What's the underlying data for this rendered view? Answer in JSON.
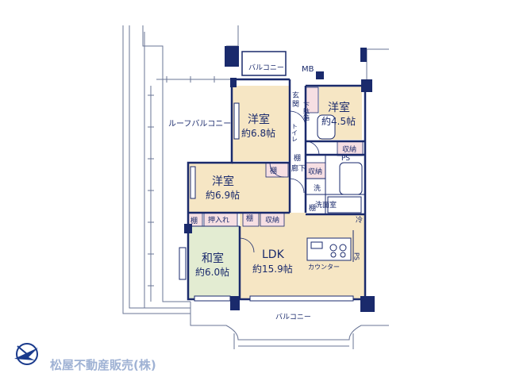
{
  "colors": {
    "outline": "#1a2a6c",
    "western_room": "#f6e6c4",
    "japanese_room": "#e3ecd2",
    "storage": "#f6dfe3",
    "wet_area": "#ffffff",
    "balcony_line": "#6a7696",
    "wall_fill": "#1a2a6c"
  },
  "rooms": {
    "western_1": {
      "name": "洋室",
      "size": "約6.8帖"
    },
    "western_2": {
      "name": "洋室",
      "size": "約4.5帖"
    },
    "western_3": {
      "name": "洋室",
      "size": "約6.9帖"
    },
    "japanese": {
      "name": "和室",
      "size": "約6.0帖"
    },
    "ldk": {
      "name": "LDK",
      "size": "約15.9帖"
    }
  },
  "labels": {
    "roof_balcony": "ルーフバルコニー",
    "balcony_top": "バルコニー",
    "balcony_bottom": "バルコニー",
    "mb": "MB",
    "entrance": "玄関",
    "shoe_box": "下駄箱",
    "toilet": "トイレ",
    "hallway": "廊下",
    "shelf_1": "棚",
    "shelf_2": "棚",
    "shelf_3": "棚",
    "shelf_4": "棚",
    "shelf_5": "棚",
    "storage_1": "収納",
    "storage_2": "収納",
    "storage_3": "収納",
    "closet": "押入れ",
    "ps_1": "PS",
    "ps_2": "PS",
    "washer": "洗",
    "washroom": "洗面室",
    "fridge": "冷",
    "counter": "カウンター"
  },
  "company": {
    "name": "松屋不動産販売(株)"
  },
  "icons": {
    "logo": "bird-circle-logo-icon"
  }
}
